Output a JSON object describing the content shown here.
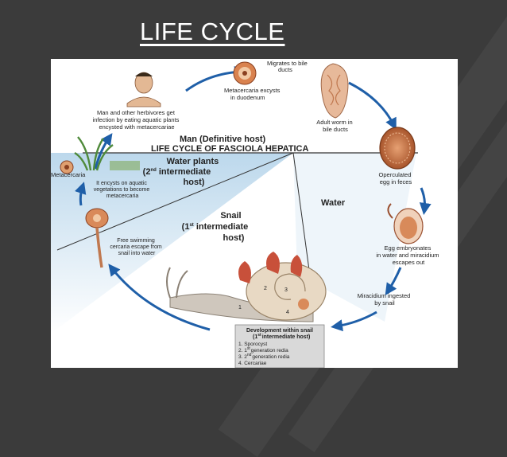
{
  "slide": {
    "title": "LIFE CYCLE"
  },
  "diagram": {
    "heading": "LIFE CYCLE OF FASCIOLA HEPATICA",
    "man_host": "Man (Definitive host)",
    "man_desc": [
      "Man and other herbivores get",
      "infection by eating aquatic plants",
      "encysted with metacercariae"
    ],
    "excyst_desc": [
      "Metacercaria excysts",
      "in duodenum"
    ],
    "migrate_desc": [
      "Migrates to bile",
      "ducts"
    ],
    "adult_desc": [
      "Adult worm in",
      "bile ducts"
    ],
    "egg_desc": [
      "Operculated",
      "egg in feces"
    ],
    "embryo_desc": [
      "Egg embryonates",
      "in water and miracidium",
      "escapes out"
    ],
    "miracidium_desc": [
      "Miracidium ingested",
      "by snail"
    ],
    "water": "Water",
    "water_plants": [
      "Water plants",
      "(2",
      "nd",
      " intermediate",
      "host)"
    ],
    "snail_host": [
      "Snail",
      "(1",
      "st",
      " intermediate",
      "host)"
    ],
    "metacercaria": "Metacercaria",
    "encyst_desc": [
      "It encysts  on aquatic",
      "vegetations to become",
      "metacercaria"
    ],
    "cercaria_desc": [
      "Free swimming",
      "cercaria escape from",
      "snail into water"
    ],
    "stage_numbers": [
      "1",
      "2",
      "3",
      "4"
    ],
    "dev_box": {
      "title_1": "Development within snail",
      "title_2": [
        "(1",
        "st",
        "intermediate host)"
      ],
      "items": [
        [
          "1. Sporocyst"
        ],
        [
          "2. 1",
          "st",
          "generation redia"
        ],
        [
          "3. 2",
          "nd",
          "generation redia"
        ],
        [
          "4. Cercariae"
        ]
      ]
    },
    "colors": {
      "arrow": "#1f5fa8",
      "sky": "#cfe3f0",
      "snail_shell": "#e8d9c4",
      "egg": "#c87a4a",
      "worm": "#e7b99a",
      "box": "#d9d9d9"
    }
  }
}
